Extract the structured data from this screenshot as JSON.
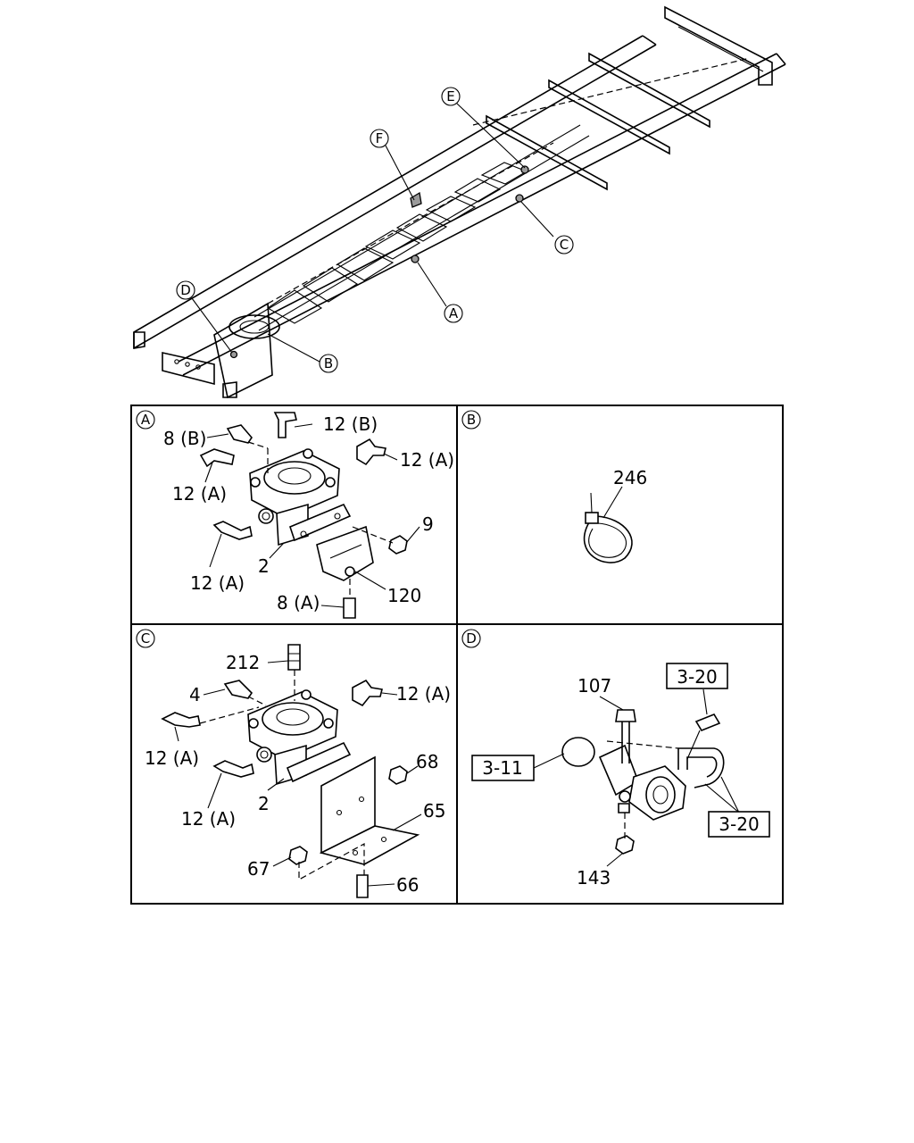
{
  "callouts": {
    "E": "E",
    "F": "F",
    "C": "C",
    "A": "A",
    "D": "D",
    "B": "B"
  },
  "panels": {
    "A": {
      "letter": "A",
      "labels": [
        "12 (B)",
        "8 (B)",
        "12 (A)",
        "12 (A)",
        "12 (A)",
        "9",
        "2",
        "120",
        "8 (A)"
      ]
    },
    "B": {
      "letter": "B",
      "labels": [
        "246"
      ]
    },
    "C": {
      "letter": "C",
      "labels": [
        "212",
        "4",
        "12 (A)",
        "12 (A)",
        "12 (A)",
        "68",
        "2",
        "65",
        "67",
        "66"
      ]
    },
    "D": {
      "letter": "D",
      "labels": [
        "107",
        "143"
      ],
      "refs": [
        "3-20",
        "3-11",
        "3-20"
      ]
    }
  }
}
